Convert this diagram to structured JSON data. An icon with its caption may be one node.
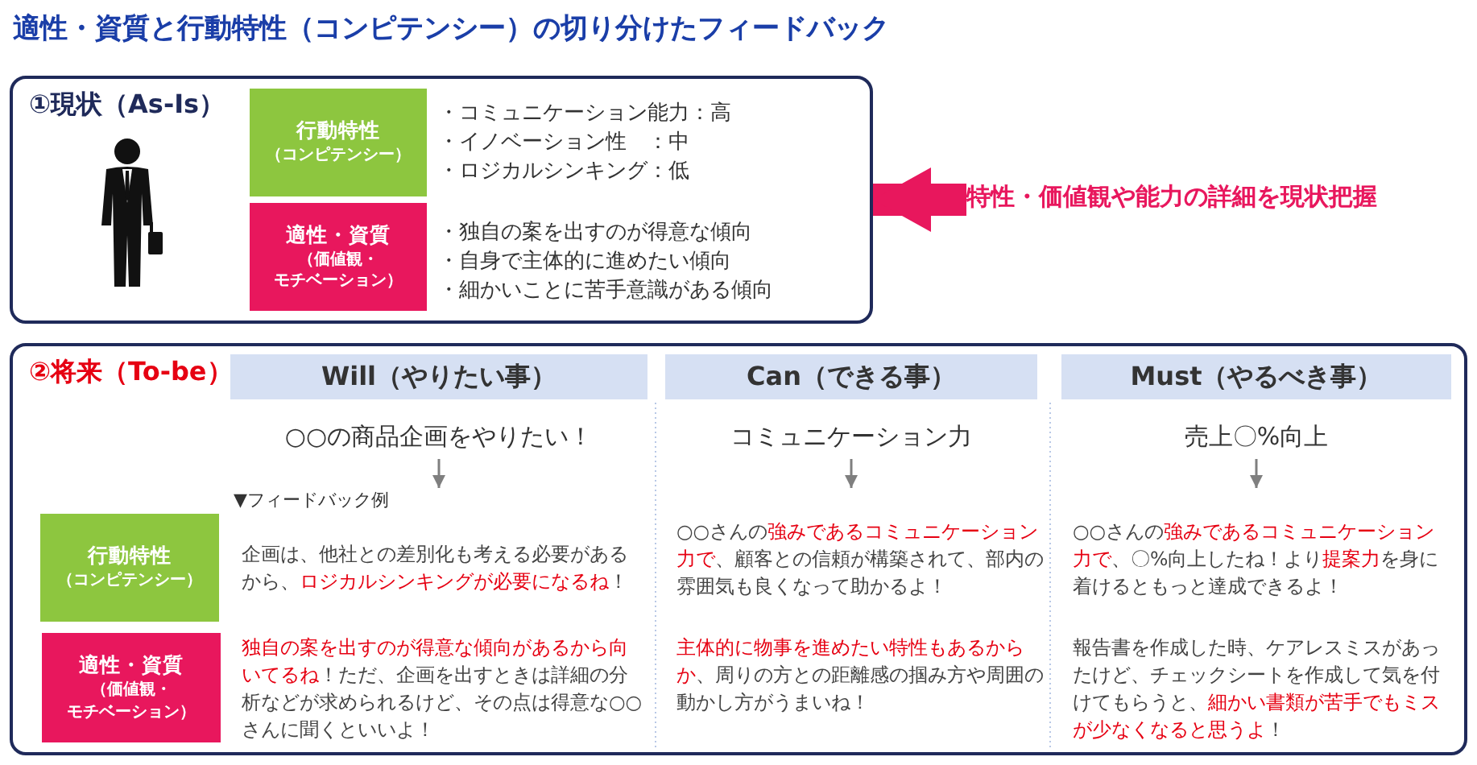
{
  "diagram": {
    "title": "適性・資質と行動特性（コンピテンシー）の切り分けたフィードバック",
    "nodes": [
      {
        "text": [
          "①現状（As-Is）"
        ]
      },
      {
        "text": [
          "行動特性",
          "（コンピテンシー）"
        ],
        "in": 0,
        "beside": [
          "・コミュニケーション能力：高",
          "・イノベーション性　：中",
          "・ロジカルシンキング：低"
        ]
      },
      {
        "text": [
          "適性・資質",
          "（価値観・モチベーション）"
        ],
        "in": 0,
        "beside": [
          "・独自の案を出すのが得意な傾向",
          "・自身で主体的に進めたい傾向",
          "・細かいことに苦手意識がある傾向"
        ]
      },
      {
        "text": [
          "特性・価値観や能力の詳細を現状把握"
        ]
      },
      {
        "text": [
          "②将来（To-be）"
        ]
      },
      {
        "text": [
          "Will（やりたい事）"
        ],
        "in": 4
      },
      {
        "text": [
          "Can（できる事）"
        ],
        "in": 4
      },
      {
        "text": [
          "Must（やるべき事）"
        ],
        "in": 4
      },
      {
        "text": [
          "○○の商品企画をやりたい！"
        ],
        "in": 4
      },
      {
        "text": [
          "コミュニケーション力"
        ],
        "in": 4
      },
      {
        "text": [
          "売上〇%向上"
        ],
        "in": 4
      },
      {
        "text": [
          "行動特性",
          "（コンピテンシー）"
        ],
        "in": 4
      },
      {
        "text": [
          "適性・資質",
          "（価値観・モチベーション）"
        ],
        "in": 4
      }
    ],
    "edges": [
      {
        "from": 3,
        "to": 0,
        "arrow": "to",
        "style": "thick",
        "color": "#e8175d"
      },
      {
        "from": 8,
        "to": null,
        "arrow": "to"
      },
      {
        "from": 9,
        "to": null,
        "arrow": "to"
      },
      {
        "from": 10,
        "to": null,
        "arrow": "to"
      }
    ],
    "labels": [
      "▼フィードバック例",
      "企画は、他社との差別化も考える必要があるから、**ロジカルシンキングが必要になるね**！",
      "○○さんの**強みであるコミュニケーション力で**、顧客との信頼が構築されて、部内の雰囲気も良くなって助かるよ！",
      "○○さんの**強みであるコミュニケーション力で**、〇%向上したね！より**提案力**を身に着けるともっと達成できるよ！",
      "**独自の案を出すのが得意な傾向があるから向いてるね**！ただ、企画を出すときは詳細の分析などが求められるけど、その点は得意な○○さんに聞くといいよ！",
      "**主体的に物事を進めたい特性もあるからか**、周りの方との距離感の掴み方や周囲の動かし方がうまいね！",
      "報告書を作成した時、ケアレスミスがあったけど、チェックシートを作成して気を付けてもらうと、**細かい書類が苦手でもミスが少なくなると思うよ**！"
    ]
  }
}
